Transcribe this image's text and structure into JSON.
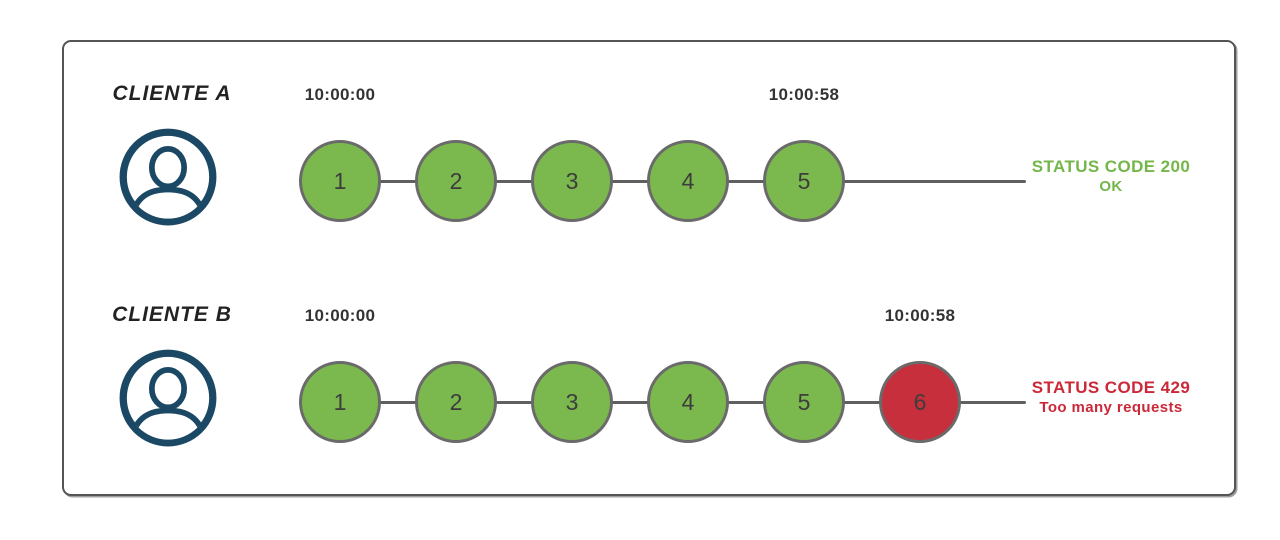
{
  "colors": {
    "background": "#ffffff",
    "frame_border": "#555555",
    "circle_green": "#7bb94e",
    "circle_red": "#c62f3b",
    "circle_border": "#6a6a6a",
    "timeline": "#5f5f5f",
    "avatar_navy": "#1b4864",
    "text_dark": "#333333",
    "status_green": "#74b649",
    "status_red": "#cb2939"
  },
  "rows": [
    {
      "client_label": "CLIENTE A",
      "start_time": "10:00:00",
      "end_time": "10:00:58",
      "requests": [
        {
          "n": "1",
          "state": "ok"
        },
        {
          "n": "2",
          "state": "ok"
        },
        {
          "n": "3",
          "state": "ok"
        },
        {
          "n": "4",
          "state": "ok"
        },
        {
          "n": "5",
          "state": "ok"
        }
      ],
      "status_line1": "STATUS CODE 200",
      "status_line2": "OK",
      "status_color": "status_green"
    },
    {
      "client_label": "CLIENTE B",
      "start_time": "10:00:00",
      "end_time": "10:00:58",
      "requests": [
        {
          "n": "1",
          "state": "ok"
        },
        {
          "n": "2",
          "state": "ok"
        },
        {
          "n": "3",
          "state": "ok"
        },
        {
          "n": "4",
          "state": "ok"
        },
        {
          "n": "5",
          "state": "ok"
        },
        {
          "n": "6",
          "state": "error"
        }
      ],
      "status_line1": "STATUS CODE 429",
      "status_line2": "Too many requests",
      "status_color": "status_red"
    }
  ]
}
